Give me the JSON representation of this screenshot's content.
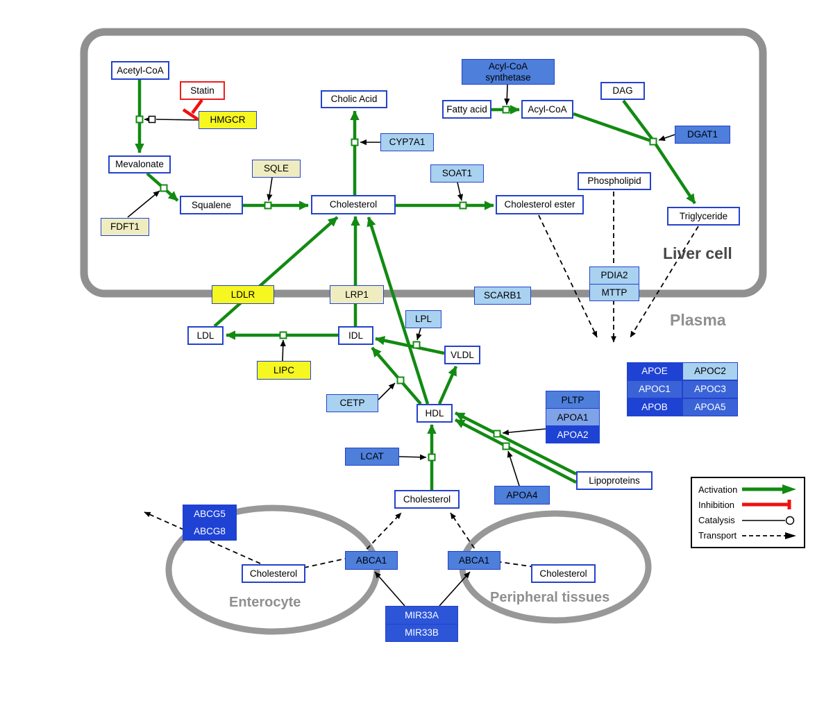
{
  "compartments": {
    "liver": {
      "label": "Liver cell"
    },
    "plasma": {
      "label": "Plasma"
    },
    "enterocyte": {
      "label": "Enterocyte"
    },
    "peripheral": {
      "label": "Peripheral tissues"
    }
  },
  "nodes": {
    "acetyl_coa": {
      "label": "Acetyl-CoA"
    },
    "statin": {
      "label": "Statin"
    },
    "hmgcr": {
      "label": "HMGCR"
    },
    "mevalonate": {
      "label": "Mevalonate"
    },
    "fdft1": {
      "label": "FDFT1"
    },
    "squalene": {
      "label": "Squalene"
    },
    "sqle": {
      "label": "SQLE"
    },
    "cholesterol_liver": {
      "label": "Cholesterol"
    },
    "cholic_acid": {
      "label": "Cholic Acid"
    },
    "cyp7a1": {
      "label": "CYP7A1"
    },
    "soat1": {
      "label": "SOAT1"
    },
    "cholesterol_ester": {
      "label": "Cholesterol ester"
    },
    "acyl_coa_synthetase": {
      "label": "Acyl-CoA synthetase"
    },
    "fatty_acid": {
      "label": "Fatty acid"
    },
    "acyl_coa": {
      "label": "Acyl-CoA"
    },
    "dag": {
      "label": "DAG"
    },
    "dgat1": {
      "label": "DGAT1"
    },
    "phospholipid": {
      "label": "Phospholipid"
    },
    "pdia2": {
      "label": "PDIA2"
    },
    "mttp": {
      "label": "MTTP"
    },
    "triglyceride": {
      "label": "Triglyceride"
    },
    "ldlr": {
      "label": "LDLR"
    },
    "lrp1": {
      "label": "LRP1"
    },
    "scarb1": {
      "label": "SCARB1"
    },
    "ldl": {
      "label": "LDL"
    },
    "idl": {
      "label": "IDL"
    },
    "lpl": {
      "label": "LPL"
    },
    "vldl": {
      "label": "VLDL"
    },
    "lipc": {
      "label": "LIPC"
    },
    "cetp": {
      "label": "CETP"
    },
    "hdl": {
      "label": "HDL"
    },
    "pltp": {
      "label": "PLTP"
    },
    "apoa1": {
      "label": "APOA1"
    },
    "apoa2": {
      "label": "APOA2"
    },
    "lcat": {
      "label": "LCAT"
    },
    "apoa4": {
      "label": "APOA4"
    },
    "lipoproteins": {
      "label": "Lipoproteins"
    },
    "apoe": {
      "label": "APOE"
    },
    "apoc2": {
      "label": "APOC2"
    },
    "apoc1": {
      "label": "APOC1"
    },
    "apoc3": {
      "label": "APOC3"
    },
    "apob": {
      "label": "APOB"
    },
    "apoa5": {
      "label": "APOA5"
    },
    "cholesterol_plasma": {
      "label": "Cholesterol"
    },
    "abcg5": {
      "label": "ABCG5"
    },
    "abcg8": {
      "label": "ABCG8"
    },
    "cholesterol_enterocyte": {
      "label": "Cholesterol"
    },
    "abca1_enterocyte": {
      "label": "ABCA1"
    },
    "abca1_peripheral": {
      "label": "ABCA1"
    },
    "cholesterol_peripheral": {
      "label": "Cholesterol"
    },
    "mir33a": {
      "label": "MIR33A"
    },
    "mir33b": {
      "label": "MIR33B"
    }
  },
  "legend": {
    "items": [
      {
        "label": "Activation",
        "type": "activation"
      },
      {
        "label": "Inhibition",
        "type": "inhibition"
      },
      {
        "label": "Catalysis",
        "type": "catalysis"
      },
      {
        "label": "Transport",
        "type": "transport"
      }
    ]
  },
  "colors": {
    "activation": "#128a12",
    "inhibition": "#ee1111",
    "catalysis": "#000000",
    "transport": "#000000",
    "membrane": "#909090",
    "metabolite_border": "#2442cc",
    "drug_border": "#ee1c1c",
    "gene_yellow": "#f6f620",
    "gene_pale_yellow": "#efedc0",
    "gene_light_blue": "#a9d1f0",
    "gene_medium_blue": "#4d7fdb",
    "gene_dark_blue": "#1e42d4"
  }
}
